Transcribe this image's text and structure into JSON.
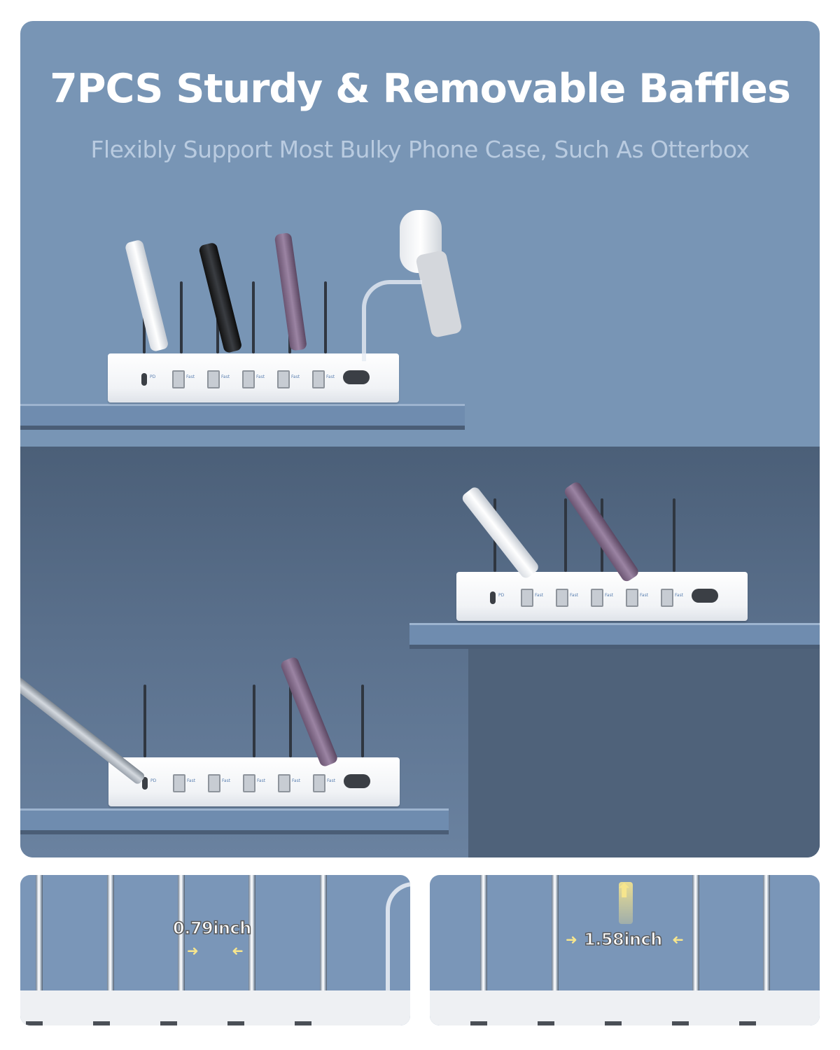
{
  "hero": {
    "title": "7PCS Sturdy & Removable Baffles",
    "subtitle": "Flexibly Support Most Bulky Phone Case, Such As Otterbox"
  },
  "hub_labels": {
    "pd": "PD",
    "fast": "Fast"
  },
  "details": {
    "left_measure": "0.79inch",
    "right_measure": "1.58inch"
  },
  "colors": {
    "background_blue": "#7895b5",
    "hub_white": "#f4f6f9",
    "shelf_blue": "#6f8caf",
    "arrow_yellow": "#f6e58d"
  }
}
